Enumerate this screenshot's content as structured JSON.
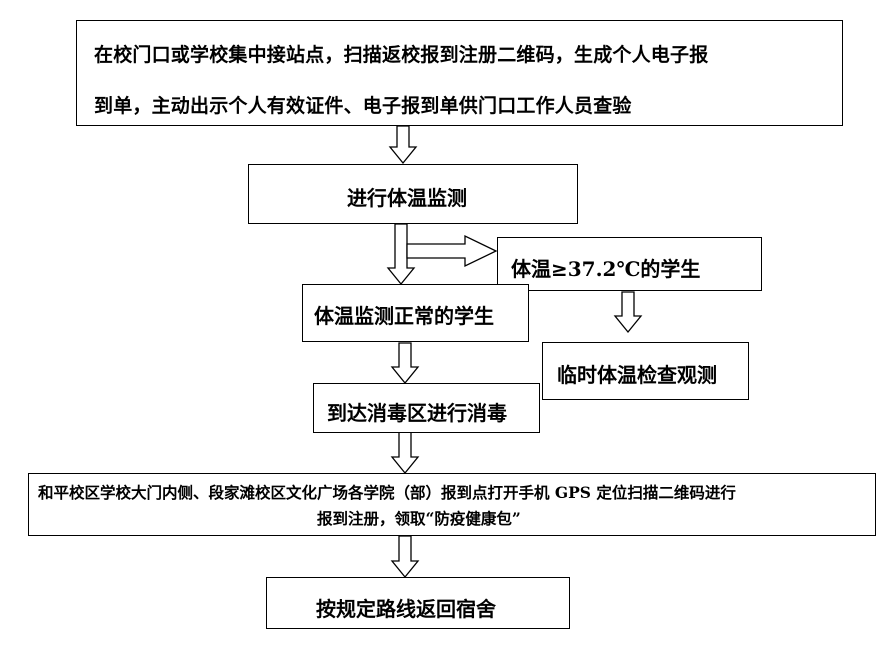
{
  "flowchart": {
    "step1": {
      "line1": "在校门口或学校集中接站点，扫描返校报到注册二维码，生成个人电子报",
      "line2": "到单，主动出示个人有效证件、电子报到单供门口工作人员查验"
    },
    "step2": "进行体温监测",
    "branch_high_temp": "体温≥37.2℃的学生",
    "step3_normal": "体温监测正常的学生",
    "step_observe": "临时体温检查观测",
    "step4": "到达消毒区进行消毒",
    "step5": {
      "line1": "和平校区学校大门内侧、段家滩校区文化广场各学院（部）报到点打开手机 GPS 定位扫描二维码进行",
      "line2": "报到注册，领取“防疫健康包”"
    },
    "step6": "按规定路线返回宿舍"
  }
}
